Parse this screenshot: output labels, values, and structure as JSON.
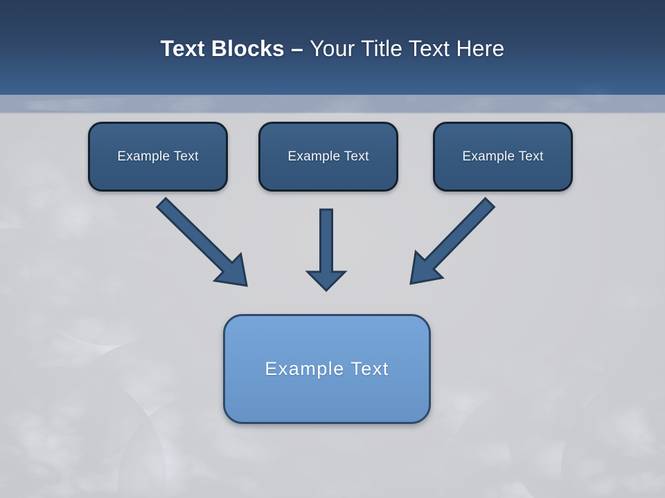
{
  "title": {
    "bold": "Text Blocks –",
    "rest": "Your Title Text Here"
  },
  "blocks": [
    {
      "label": "Example Text"
    },
    {
      "label": "Example Text"
    },
    {
      "label": "Example Text"
    }
  ],
  "bottom_block": {
    "label": "Example Text"
  },
  "icons": {
    "arrow_1": "arrow-down-right",
    "arrow_2": "arrow-down",
    "arrow_3": "arrow-down-left"
  },
  "colors": {
    "header_gradient_top": "#2a3d58",
    "header_gradient_bottom": "#3d6290",
    "accent_band": "#98a4b8",
    "content_background": "#cfd0d4",
    "top_block_fill": "#36587c",
    "top_block_border": "#15202d",
    "bottom_block_fill": "#6f9dd0",
    "bottom_block_border": "#2e4b69",
    "arrow_fill": "#3b5f86",
    "arrow_stroke": "#243951",
    "title_color": "#ffffff"
  }
}
